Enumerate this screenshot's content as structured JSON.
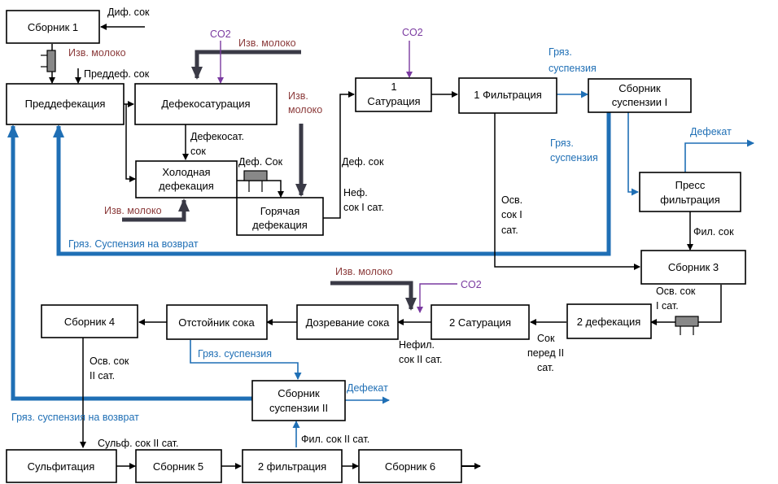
{
  "nodes": {
    "sbornik1": "Сборник 1",
    "preddefekaciya": "Преддефекация",
    "defekosaturaciya": "Дефекосатурация",
    "holodnaya_1": "Холодная",
    "holodnaya_2": "дефекация",
    "goryachaya_1": "Горячая",
    "goryachaya_2": "дефекация",
    "saturaciya1_1": "1",
    "saturaciya1_2": "Сатурация",
    "filtraciya1": "1 Фильтрация",
    "sbornik_susp1_1": "Сборник",
    "sbornik_susp1_2": "суспензии I",
    "press_1": "Пресс",
    "press_2": "фильтрация",
    "sbornik3": "Сборник 3",
    "defekaciya2": "2 дефекация",
    "saturaciya2": "2 Сатурация",
    "dozrevanie": "Дозревание сока",
    "otstoinik": "Отстойник сока",
    "sbornik4": "Сборник 4",
    "sbornik_susp2_1": "Сборник",
    "sbornik_susp2_2": "суспензии II",
    "sulfitaciya": "Сульфитация",
    "sbornik5": "Сборник 5",
    "filtraciya2": "2 фильтрация",
    "sbornik6": "Сборник 6"
  },
  "labels": {
    "dif_sok": "Диф. сок",
    "izv_moloko_1": "Изв. молоко",
    "preddef_sok": "Преддеф. сок",
    "co2_1": "CO2",
    "izv_moloko_2": "Изв. молоко",
    "izv_3a": "Изв.",
    "izv_3b": "молоко",
    "co2_2": "CO2",
    "gryaz_susp_1a": "Гряз.",
    "gryaz_susp_1b": "суспензия",
    "gryaz_susp_2a": "Гряз.",
    "gryaz_susp_2b": "суспензия",
    "defekat_1": "Дефекат",
    "defekosat_1": "Дефекосат.",
    "defekosat_2": "сок",
    "def_sok": "Деф. Сок",
    "def_sok2": "Деф. сок",
    "nef_1": "Неф.",
    "nef_2": "сок I сат.",
    "izv_moloko_4": "Изв. молоко",
    "osv_1": "Осв.",
    "osv_2": "сок I",
    "osv_3": "сат.",
    "gryaz_vozvrat_1": "Гряз. Суспензия на возврат",
    "fil_sok": "Фил. сок",
    "izv_moloko_5": "Изв. молоко",
    "co2_3": "CO2",
    "osv_sok_I_1": "Осв. сок",
    "osv_sok_I_2": "I сат.",
    "sok_pered_1": "Сок",
    "sok_pered_2": "перед II",
    "sok_pered_3": "сат.",
    "nefil_1": "Нефил.",
    "nefil_2": "сок II сат.",
    "gryaz_susp_3": "Гряз. суспензия",
    "osv_II_1": "Осв. сок",
    "osv_II_2": "II сат.",
    "defekat_2": "Дефекат",
    "gryaz_vozvrat_2": "Гряз. суспензия на возврат",
    "sulf_sok": "Сульф. сок II сат.",
    "fil_sok_II": "Фил. сок II сат."
  },
  "colors": {
    "line": "#000000",
    "suspension": "#1F6FB5",
    "lime_milk_text": "#8B3A3A",
    "co2": "#7A3AA0",
    "lime_milk_flow": "#3a3a46"
  }
}
